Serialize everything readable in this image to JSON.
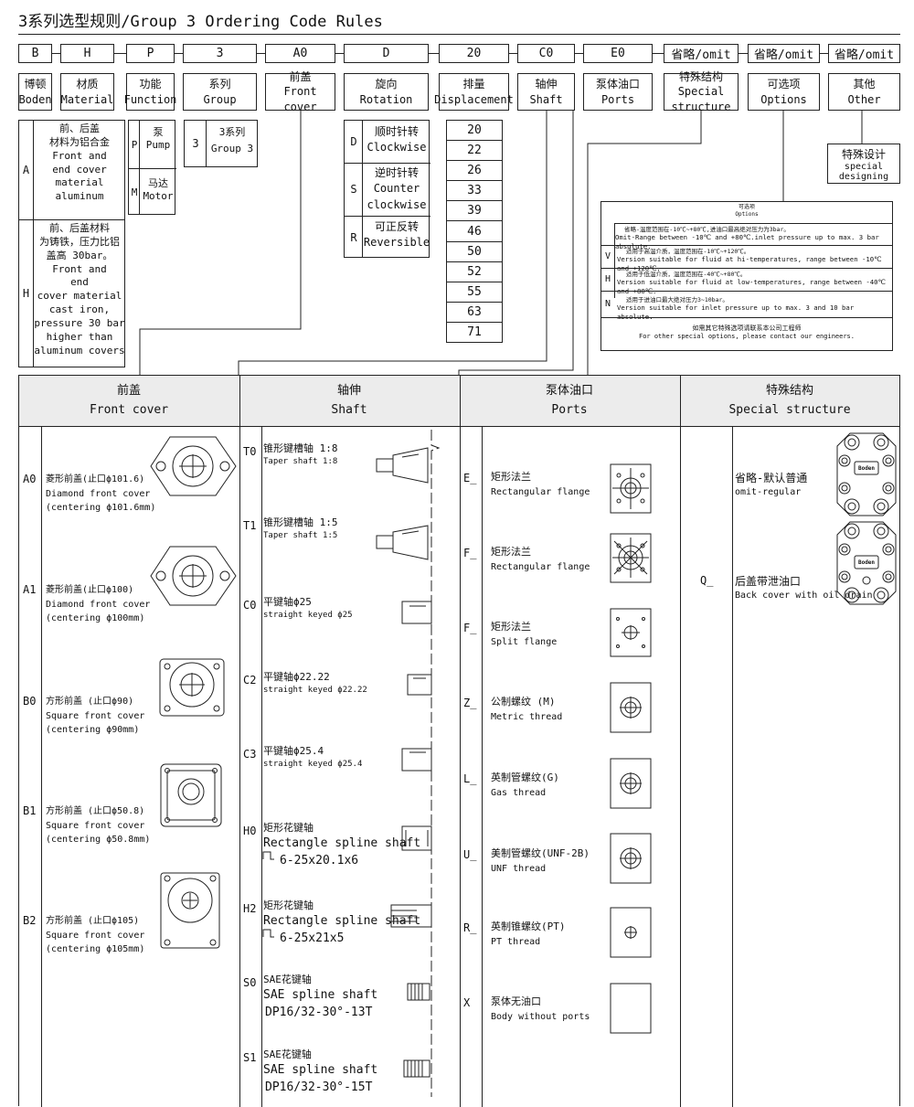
{
  "page_title": "3系列选型规则/Group 3 Ordering Code Rules",
  "code_row": [
    {
      "code": "B",
      "cn": "博顿",
      "en": "Boden"
    },
    {
      "code": "H",
      "cn": "材质",
      "en": "Material"
    },
    {
      "code": "P",
      "cn": "功能",
      "en": "Function"
    },
    {
      "code": "3",
      "cn": "系列",
      "en": "Group"
    },
    {
      "code": "A0",
      "cn": "前盖",
      "en": "Front cover"
    },
    {
      "code": "D",
      "cn": "旋向",
      "en": "Rotation"
    },
    {
      "code": "20",
      "cn": "排量",
      "en": "Displacement"
    },
    {
      "code": "C0",
      "cn": "轴伸",
      "en": "Shaft"
    },
    {
      "code": "E0",
      "cn": "泵体油口",
      "en": "Ports"
    },
    {
      "code": "省略/omit",
      "cn": "特殊结构",
      "en": "Special structure"
    },
    {
      "code": "省略/omit",
      "cn": "可选项",
      "en": "Options"
    },
    {
      "code": "省略/omit",
      "cn": "其他",
      "en": "Other"
    }
  ],
  "material": {
    "A": {
      "code": "A",
      "cn1": "前、后盖",
      "cn2": "材料为铝合金",
      "en1": "Front and",
      "en2": "end cover",
      "en3": "material",
      "en4": "aluminum"
    },
    "H": {
      "code": "H",
      "cn1": "前、后盖材料",
      "cn2": "为铸铁，压力比铝",
      "cn3": "盖高 30bar。",
      "en1": "Front and",
      "en2": "end",
      "en3": "cover material",
      "en4": "cast iron,",
      "en5": "pressure 30 bar",
      "en6": "higher than",
      "en7": "aluminum covers"
    }
  },
  "function": {
    "P": {
      "code": "P",
      "cn": "泵",
      "en": "Pump"
    },
    "M": {
      "code": "M",
      "cn": "马达",
      "en": "Motor"
    }
  },
  "group": {
    "code": "3",
    "cn": "3系列",
    "en": "Group 3"
  },
  "rotation": [
    {
      "code": "D",
      "cn": "顺时针转",
      "en": "Clockwise"
    },
    {
      "code": "S",
      "cn": "逆时针转",
      "en1": "Counter",
      "en2": "clockwise"
    },
    {
      "code": "R",
      "cn": "可正反转",
      "en": "Reversible"
    }
  ],
  "displacement": [
    "20",
    "22",
    "26",
    "33",
    "39",
    "46",
    "50",
    "52",
    "55",
    "63",
    "71"
  ],
  "other": {
    "cn": "特殊设计",
    "en": "special designing"
  },
  "options": {
    "title_cn": "可选项",
    "title_en": "Options",
    "rows": [
      {
        "code": "",
        "cn": "省略-温度范围在-10℃~+80℃,进油口最高绝对压力为3bar。",
        "en": "Omit-Range between -10℃ and +80℃.inlet pressure up to max. 3 bar absolute."
      },
      {
        "code": "V",
        "cn": "适用于高温介质，温度范围在-10℃~+120℃。",
        "en": "Version suitable for fluid at hi-temperatures, range between -10℃ and +120℃."
      },
      {
        "code": "H",
        "cn": "适用于低温介质，温度范围在-40℃~+80℃。",
        "en": "Version suitable for fluid at low-temperatures, range between -40℃ and +80℃."
      },
      {
        "code": "N",
        "cn": "适用于进油口最大绝对压力3~10bar。",
        "en": "Version suitable for inlet pressure up to max. 3 and 10 bar absolute."
      }
    ],
    "footer_cn": "如需其它特殊选项请联系本公司工程师",
    "footer_en": "For other special options, please contact our engineers."
  },
  "sections": [
    {
      "cn": "前盖",
      "en": "Front cover"
    },
    {
      "cn": "轴伸",
      "en": "Shaft"
    },
    {
      "cn": "泵体油口",
      "en": "Ports"
    },
    {
      "cn": "特殊结构",
      "en": "Special structure"
    }
  ],
  "front_covers": [
    {
      "code": "A0",
      "cn": "菱形前盖(止口ϕ101.6)",
      "en1": "Diamond front cover",
      "en2": "(centering ϕ101.6mm)"
    },
    {
      "code": "A1",
      "cn": "菱形前盖(止口ϕ100)",
      "en1": "Diamond front cover",
      "en2": "(centering ϕ100mm)"
    },
    {
      "code": "B0",
      "cn": "方形前盖 (止口ϕ90)",
      "en1": "Square front cover",
      "en2": "(centering ϕ90mm)"
    },
    {
      "code": "B1",
      "cn": "方形前盖 (止口ϕ50.8)",
      "en1": "Square front cover",
      "en2": "(centering ϕ50.8mm)"
    },
    {
      "code": "B2",
      "cn": "方形前盖 (止口ϕ105)",
      "en1": "Square front cover",
      "en2": "(centering ϕ105mm)"
    }
  ],
  "shafts": [
    {
      "code": "T0",
      "cn": "锥形键槽轴 1:8",
      "en": "Taper shaft 1:8",
      "en2": ""
    },
    {
      "code": "T1",
      "cn": "锥形键槽轴 1:5",
      "en": "Taper shaft 1:5",
      "en2": ""
    },
    {
      "code": "C0",
      "cn": "平键轴ϕ25",
      "en": "straight keyed ϕ25",
      "en2": ""
    },
    {
      "code": "C2",
      "cn": "平键轴ϕ22.22",
      "en": "straight keyed ϕ22.22",
      "en2": ""
    },
    {
      "code": "C3",
      "cn": "平键轴ϕ25.4",
      "en": "straight keyed ϕ25.4",
      "en2": ""
    },
    {
      "code": "H0",
      "cn": "矩形花键轴",
      "en": "Rectangle spline shaft",
      "en2": "6-25x20.1x6"
    },
    {
      "code": "H2",
      "cn": "矩形花键轴",
      "en": "Rectangle spline shaft",
      "en2": "6-25x21x5"
    },
    {
      "code": "S0",
      "cn": "SAE花键轴",
      "en": "SAE spline shaft",
      "en2": "DP16/32-30°-13T"
    },
    {
      "code": "S1",
      "cn": "SAE花键轴",
      "en": "SAE spline shaft",
      "en2": "DP16/32-30°-15T"
    }
  ],
  "ports": [
    {
      "code": "E_",
      "cn": "矩形法兰",
      "en": "Rectangular flange"
    },
    {
      "code": "F_",
      "cn": "矩形法兰",
      "en": "Rectangular flange"
    },
    {
      "code": "F_",
      "cn": "矩形法兰",
      "en": "Split flange"
    },
    {
      "code": "Z_",
      "cn": "公制螺纹 (M)",
      "en": "Metric thread"
    },
    {
      "code": "L_",
      "cn": "英制管螺纹(G)",
      "en": "Gas thread"
    },
    {
      "code": "U_",
      "cn": "美制管螺纹(UNF-2B)",
      "en": "UNF thread"
    },
    {
      "code": "R_",
      "cn": "英制锥螺纹(PT)",
      "en": "PT thread"
    },
    {
      "code": "X",
      "cn": "泵体无油口",
      "en": "Body without ports"
    }
  ],
  "special": [
    {
      "code": "",
      "cn": "省略-默认普通",
      "en": "omit-regular"
    },
    {
      "code": "Q_",
      "cn": "后盖带泄油口",
      "en": "Back cover with oil drain"
    }
  ],
  "brand_label": "Boden"
}
